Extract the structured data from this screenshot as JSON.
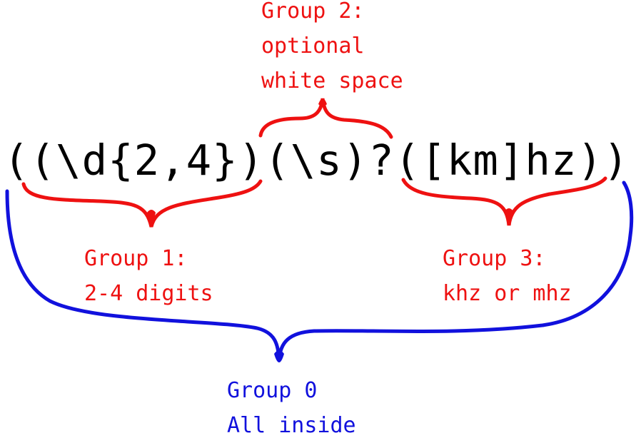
{
  "regex": "((\\d{2,4})(\\s)?([km]hz))",
  "groups": {
    "group2": {
      "title": "Group 2:",
      "desc_line1": "optional",
      "desc_line2": "white space"
    },
    "group1": {
      "title": "Group 1:",
      "desc": "2-4 digits"
    },
    "group3": {
      "title": "Group 3:",
      "desc": "khz or mhz"
    },
    "group0": {
      "title": "Group 0",
      "desc": "All inside"
    }
  },
  "colors": {
    "inner_groups": "#ee1111",
    "outer_group": "#1111dd",
    "regex_text": "#000000"
  }
}
